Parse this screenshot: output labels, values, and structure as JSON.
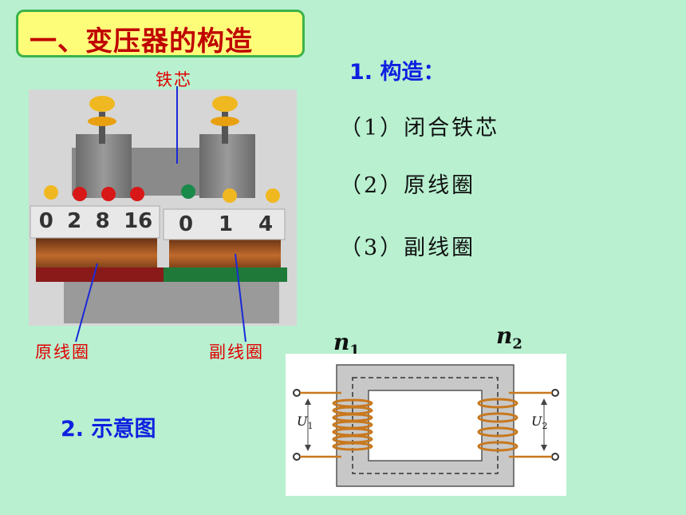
{
  "title": "一、变压器的构造",
  "section1": {
    "heading": "1. 构造：",
    "items": [
      "（1）闭合铁芯",
      "（2）原线圈",
      "（3）副线圈"
    ]
  },
  "section2": {
    "heading": "2. 示意图"
  },
  "photo": {
    "labels": {
      "core": "铁芯",
      "primary": "原线圈",
      "secondary": "副线圈"
    },
    "primary_terminals": [
      "0",
      "2",
      "8",
      "16"
    ],
    "secondary_terminals": [
      "0",
      "1",
      "4"
    ]
  },
  "diagram": {
    "n1": "n",
    "n1_sub": "1",
    "n2": "n",
    "n2_sub": "2",
    "u1": "U",
    "u1_sub": "1",
    "u2": "U",
    "u2_sub": "2"
  },
  "colors": {
    "title_text": "#c00000",
    "title_bg": "#fdfd7a",
    "title_border": "#3cb34a",
    "heading": "#1020e0",
    "label": "#e00000",
    "coil": "#c8781e",
    "background": "#b8f0d0"
  }
}
